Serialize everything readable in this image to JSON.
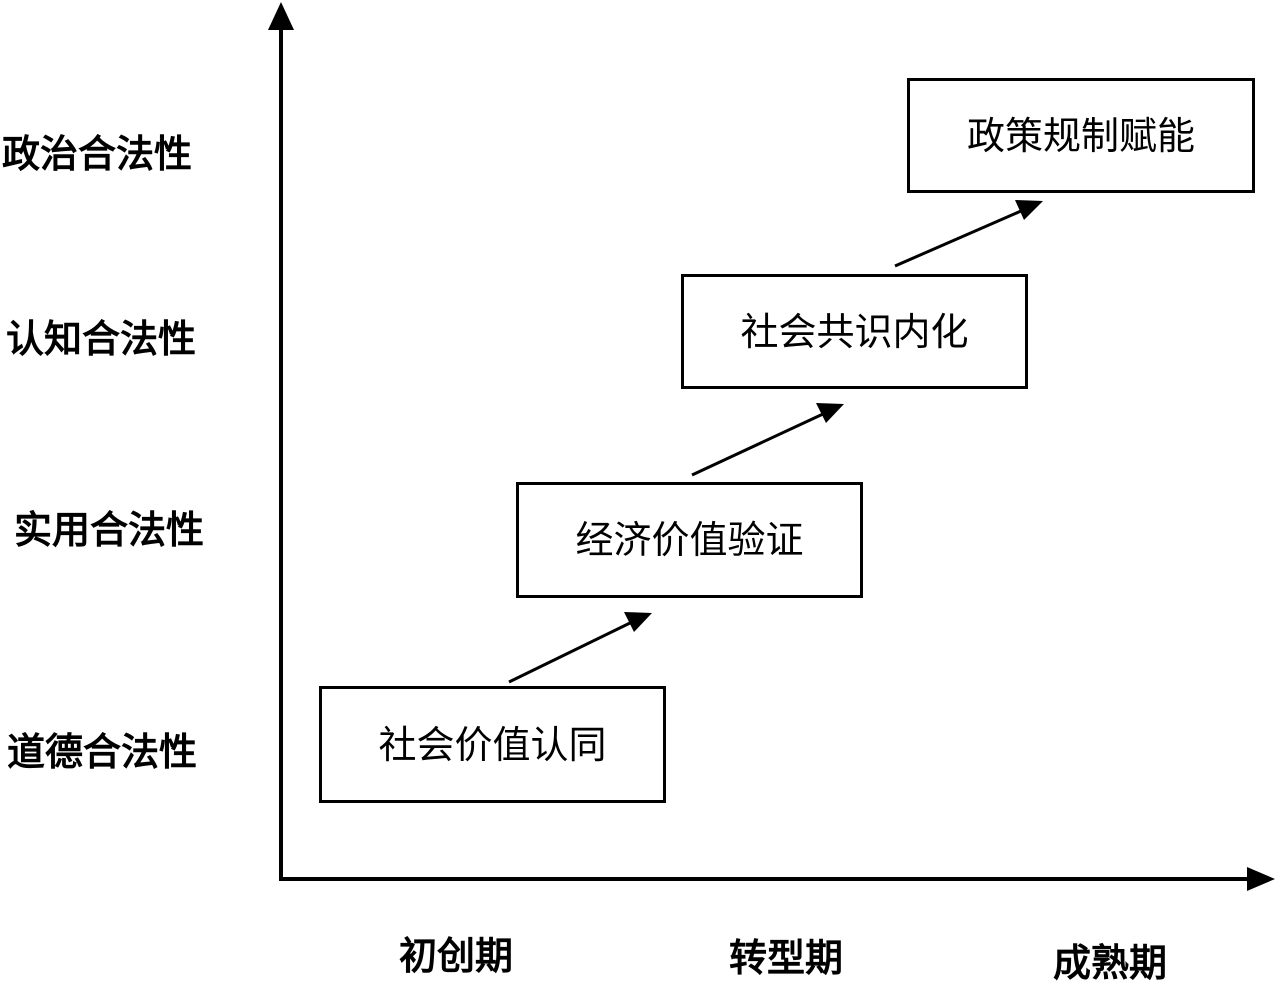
{
  "y_axis": {
    "levels": [
      "道德合法性",
      "实用合法性",
      "认知合法性",
      "政治合法性"
    ]
  },
  "x_axis": {
    "phases": [
      "初创期",
      "转型期",
      "成熟期"
    ]
  },
  "stages": [
    {
      "label": "社会价值认同"
    },
    {
      "label": "经济价值验证"
    },
    {
      "label": "社会共识内化"
    },
    {
      "label": "政策规制赋能"
    }
  ],
  "colors": {
    "line": "#000000",
    "text": "#000000",
    "background": "#ffffff"
  }
}
